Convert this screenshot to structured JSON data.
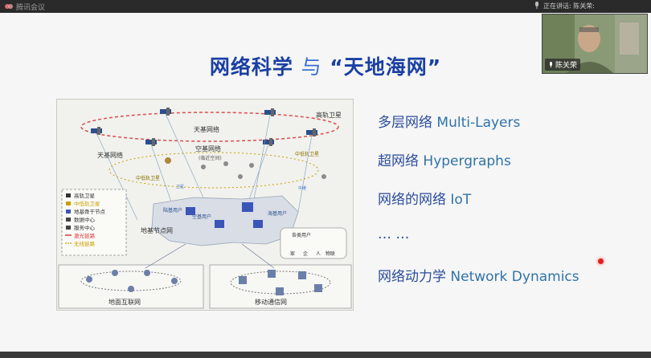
{
  "app": {
    "name": "腾讯会议"
  },
  "speaking": {
    "label": "正在讲话: 陈关荣:"
  },
  "participant": {
    "name": "陈关荣"
  },
  "slide": {
    "title_part1": "网络科学",
    "title_part2": "与",
    "title_part3": "“天地海网”",
    "bullets": [
      {
        "cn": "多层网络 ",
        "en": "Multi-Layers"
      },
      {
        "cn": "超网络 ",
        "en": "Hypergraphs"
      },
      {
        "cn": "网络的网络 ",
        "en": "IoT"
      },
      {
        "cn": "… …",
        "en": ""
      },
      {
        "cn": "网络动力学 ",
        "en": "Network Dynamics"
      }
    ]
  },
  "figure": {
    "labels": {
      "space_network": "天基网络",
      "space_network_left": "天基网络",
      "geo_satellite": "高轨卫星",
      "air_network": "空基网络",
      "air_network_sub": "(临近空间)",
      "leo_satellite": "中低轨卫星",
      "leo_satellite_left": "中低轨卫星",
      "ground_nodes": "地基节点网",
      "air_user": "空基用户",
      "ground_user": "陆基用户",
      "sea_user": "海基用户",
      "terminal_users": "各类用户",
      "terminal_a": "家",
      "terminal_b": "企",
      "terminal_c": "人",
      "terminal_d": "物联",
      "internet": "地面互联网",
      "mobile": "移动通信网",
      "small_node_1": "卫星",
      "small_node_2": "中继"
    },
    "legend": [
      {
        "label": "高轨卫星",
        "color": "#333333"
      },
      {
        "label": "中低轨卫星",
        "color": "#c9a100"
      },
      {
        "label": "地基骨干节点",
        "color": "#3b55b8"
      },
      {
        "label": "数据中心",
        "color": "#444444"
      },
      {
        "label": "服务中心",
        "color": "#444444"
      },
      {
        "label": "激光链路",
        "color": "#d83a3a"
      },
      {
        "label": "无线链路",
        "color": "#c9a100"
      }
    ]
  },
  "colors": {
    "title": "#1a3fa3",
    "bullet_cn": "#2b4c9c",
    "bullet_en": "#2f73a8",
    "pointer": "#e02020"
  }
}
